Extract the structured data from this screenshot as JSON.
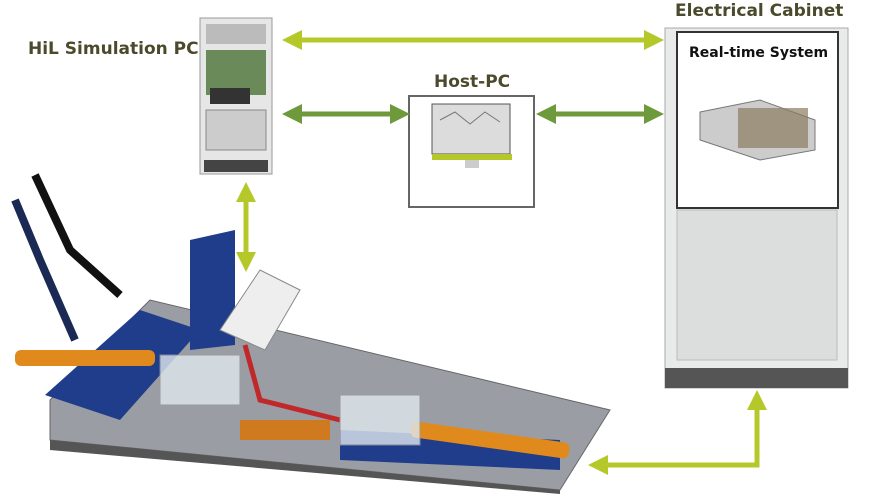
{
  "labels": {
    "hil_pc": "HiL Simulation PC",
    "host_pc": "Host-PC",
    "cabinet": "Electrical Cabinet",
    "realtime": "Real-time System"
  },
  "colors": {
    "arrow_light": "#b4c82a",
    "arrow_dark": "#6f9a3c",
    "label": "#4b4a2c",
    "bench_blue": "#1f3d8a",
    "pipe_orange": "#e08a1e"
  }
}
